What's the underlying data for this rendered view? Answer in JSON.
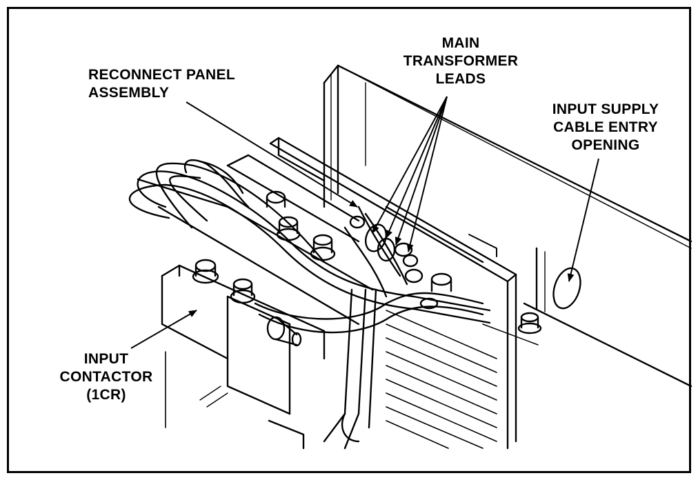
{
  "labels": {
    "reconnect_panel": "RECONNECT PANEL\nASSEMBLY",
    "main_transformer_leads": "MAIN\nTRANSFORMER\nLEADS",
    "input_supply_opening": "INPUT SUPPLY\nCABLE ENTRY\nOPENING",
    "input_contactor": "INPUT\nCONTACTOR\n(1CR)"
  },
  "colors": {
    "ink": "#000000",
    "paper": "#ffffff"
  }
}
